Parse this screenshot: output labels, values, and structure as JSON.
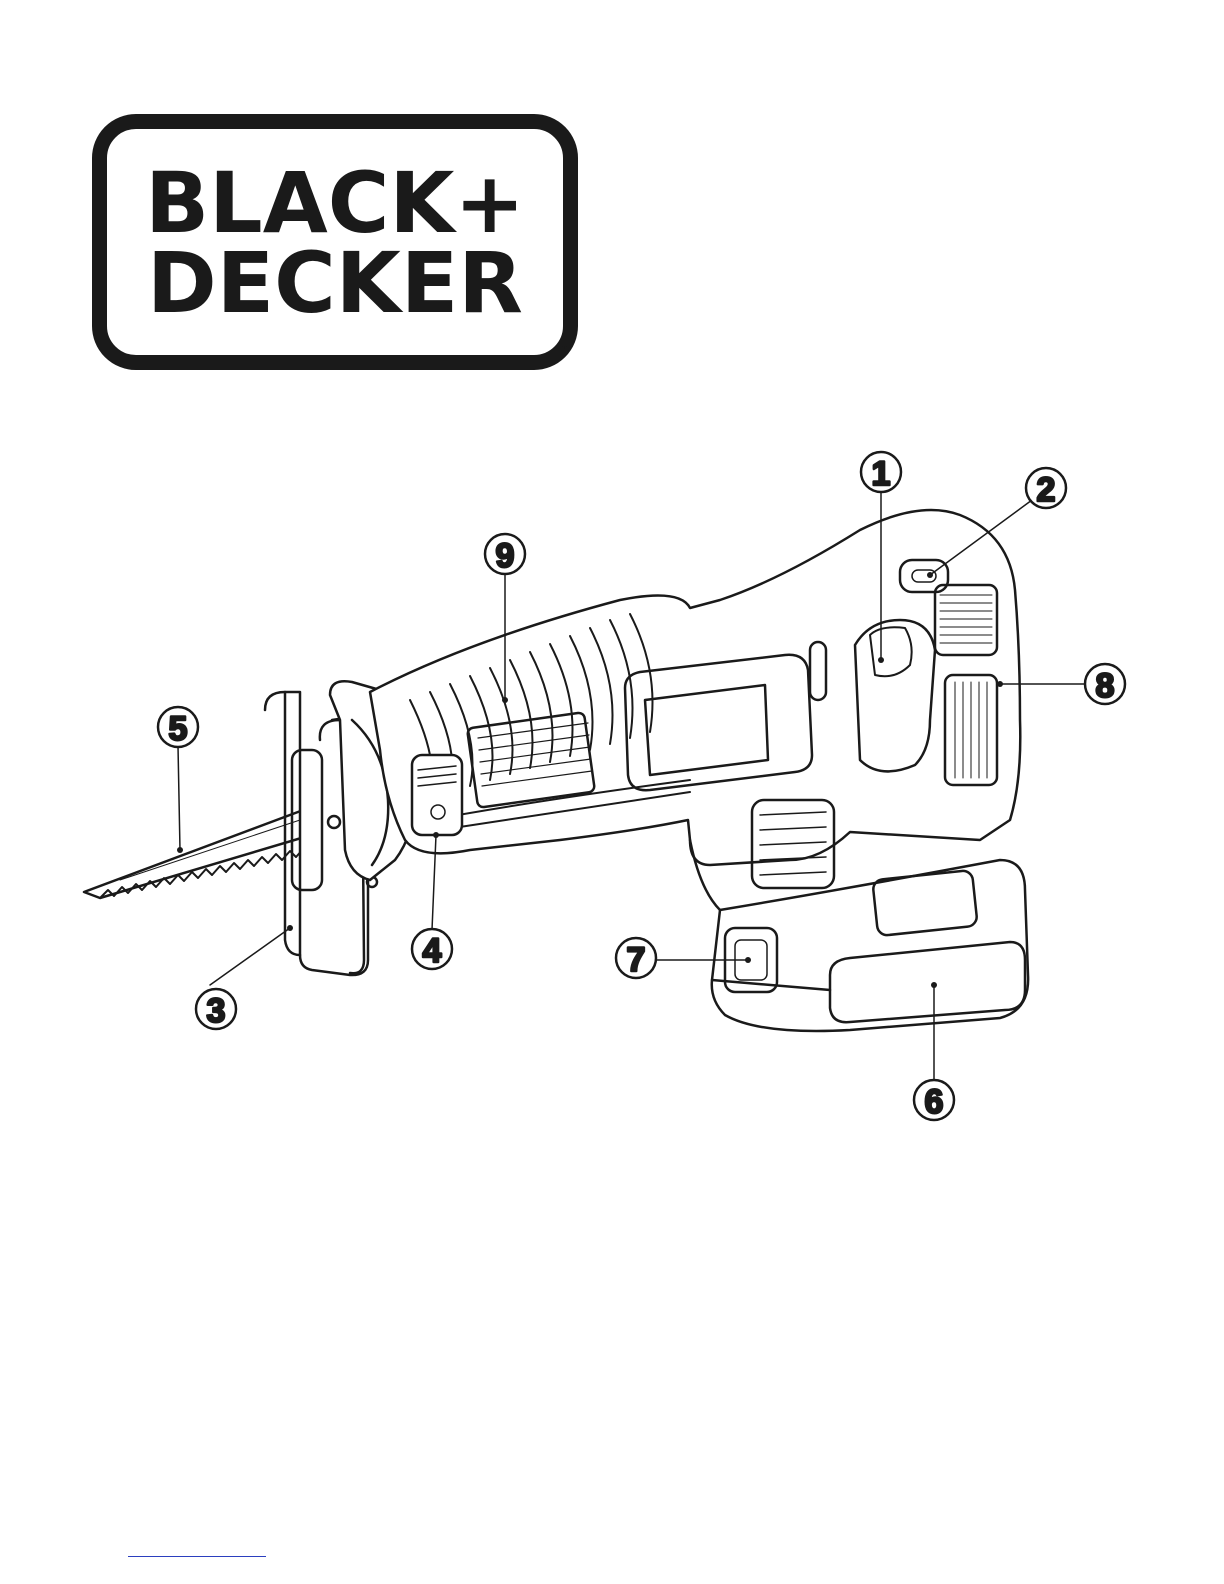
{
  "logo": {
    "line1": "BLACK+",
    "line2": "DECKER",
    "trademark": "™"
  },
  "callouts": {
    "c1": "1",
    "c2": "2",
    "c3": "3",
    "c4": "4",
    "c5": "5",
    "c6": "6",
    "c7": "7",
    "c8": "8",
    "c9": "9"
  }
}
